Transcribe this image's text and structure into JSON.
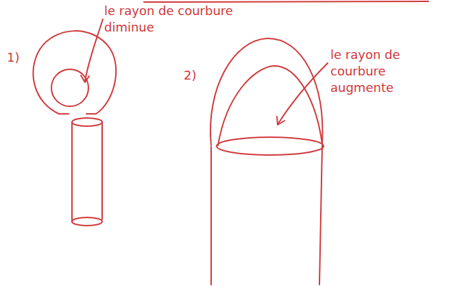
{
  "diagram": {
    "labels": [
      "1)",
      "le rayon de courbure diminue",
      "2)",
      "le rayon de courbure augmente"
    ]
  }
}
